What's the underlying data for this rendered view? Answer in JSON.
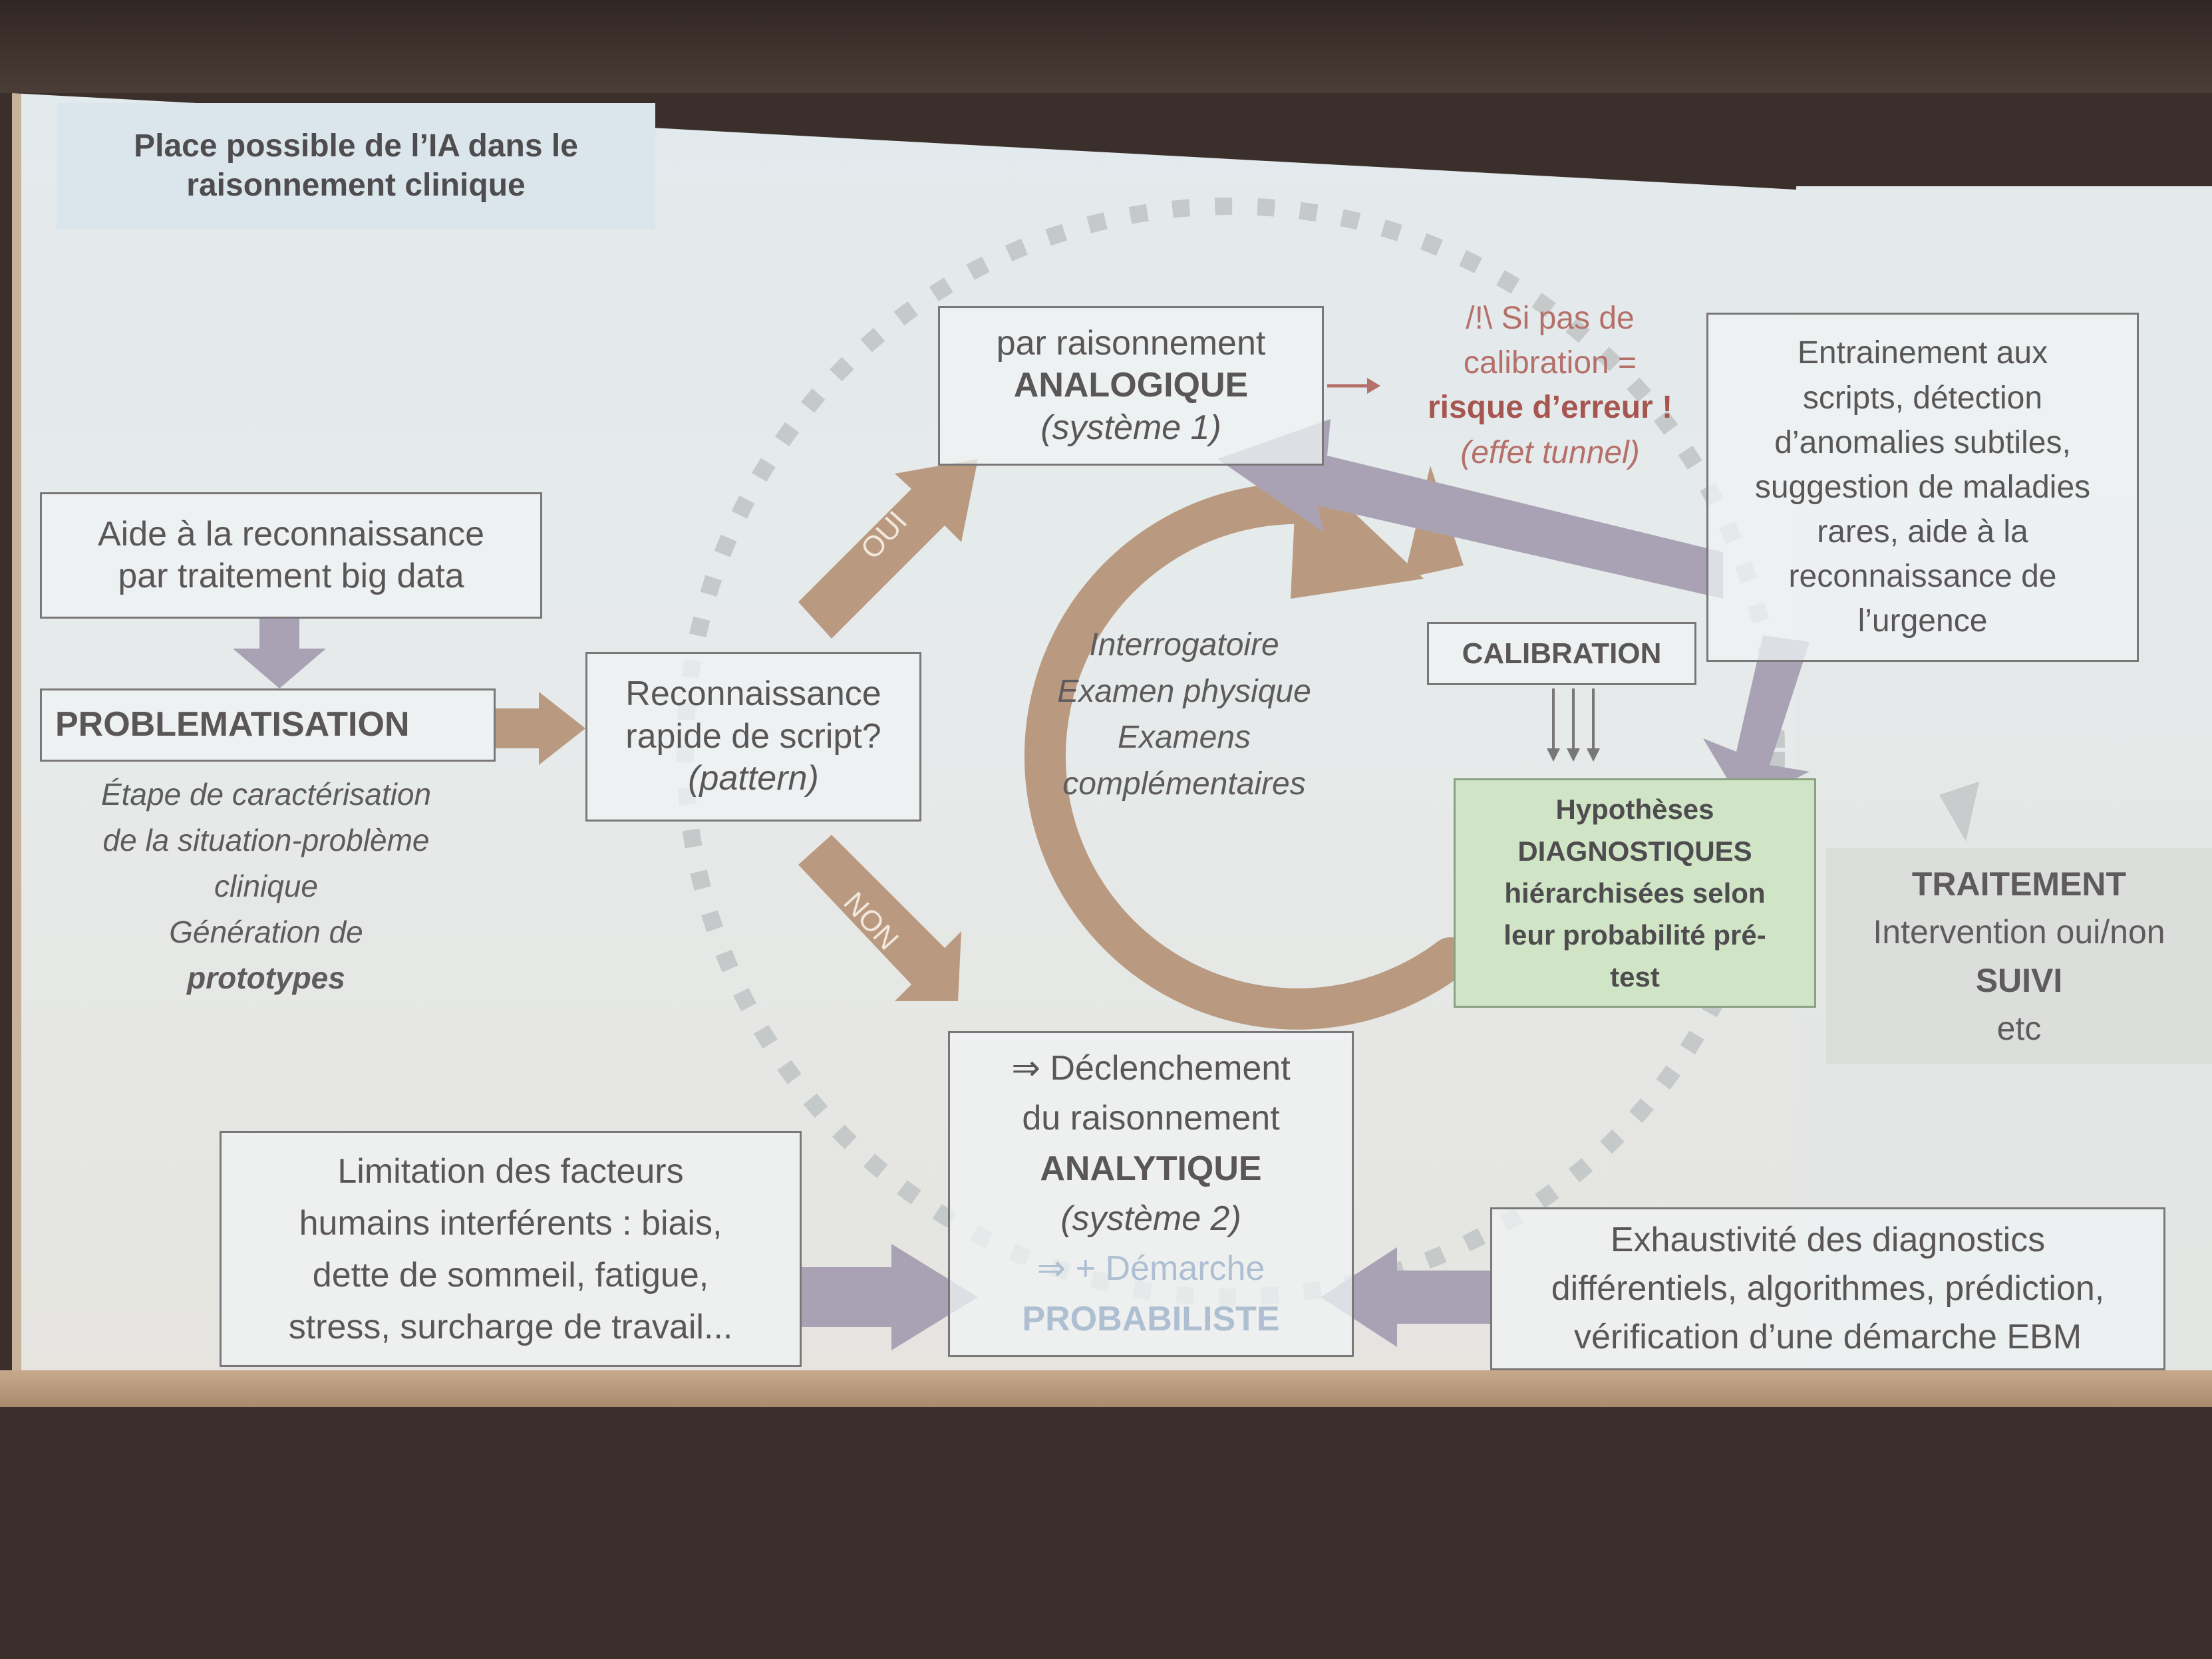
{
  "slide": {
    "title_lines": [
      "Place possible de l’IA dans le",
      "raisonnement clinique"
    ]
  },
  "ai_support": {
    "big_data": [
      "Aide à la reconnaissance",
      "par traitement big data"
    ],
    "scripts_training": [
      "Entrainement aux",
      "scripts, détection",
      "d’anomalies subtiles,",
      "suggestion de maladies",
      "rares, aide à la",
      "reconnaissance de",
      "l’urgence"
    ],
    "human_factors": [
      "Limitation des facteurs",
      "humains interférents : biais,",
      "dette de sommeil, fatigue,",
      "stress, surcharge de travail..."
    ],
    "exhaustivity": [
      "Exhaustivité des diagnostics",
      "différentiels, algorithmes, prédiction,",
      "vérification d’une démarche EBM"
    ]
  },
  "steps": {
    "problematisation": {
      "label": "PROBLEMATISATION",
      "desc_lines": [
        "Étape de caractérisation",
        "de la situation-problème",
        "clinique",
        "Génération de",
        "prototypes"
      ]
    },
    "script_recognition": [
      "Reconnaissance",
      "rapide de script?",
      "(pattern)"
    ],
    "branch_yes": "OUI",
    "branch_no": "NON",
    "analogical": {
      "line1": "par raisonnement",
      "line2": "ANALOGIQUE",
      "line3": "(système 1)"
    },
    "warning": {
      "line1": "/!\\ Si pas de",
      "line2": "calibration =",
      "line3": "risque d’erreur !",
      "line4": "(effet tunnel)"
    },
    "cycle_items": [
      "Interrogatoire",
      "Examen physique",
      "Examens",
      "complémentaires"
    ],
    "calibration": "CALIBRATION",
    "hypotheses": [
      "Hypothèses",
      "DIAGNOSTIQUES",
      "hiérarchisées selon",
      "leur probabilité pré-",
      "test"
    ],
    "treatment": {
      "title": "TRAITEMENT",
      "line2": "Intervention oui/non",
      "line3": "SUIVI",
      "line4": "etc"
    },
    "analytical": {
      "arrow1": "⇒",
      "line1": "Déclenchement",
      "line2": "du raisonnement",
      "line3": "ANALYTIQUE",
      "line4": "(système 2)",
      "arrow2": "⇒",
      "line5": "+ Démarche",
      "line6": "PROBABILISTE"
    }
  },
  "colors": {
    "brown_arrow": "#b99a80",
    "lavender_arrow": "#a9a2b4",
    "green_box": "#cfe5c5",
    "warning_red": "#a7564f",
    "probabiliste_blue": "#aebfd2"
  }
}
